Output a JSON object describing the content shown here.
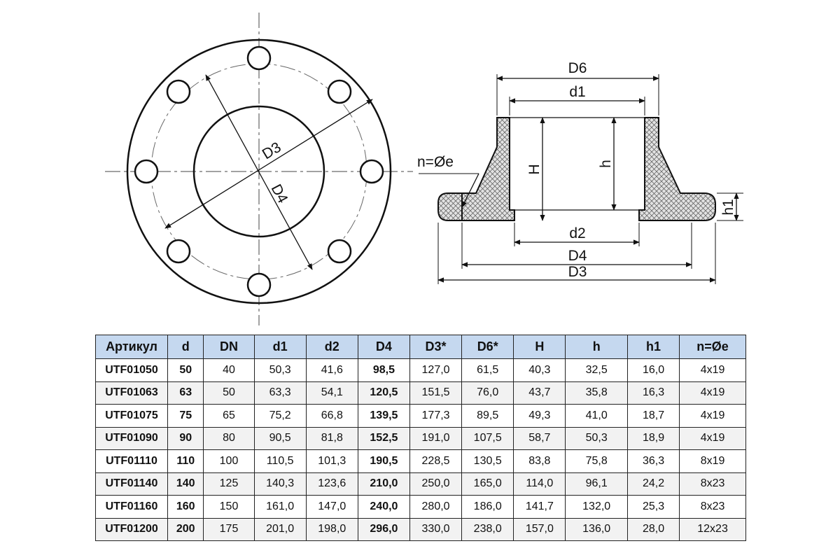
{
  "front_view": {
    "labels": {
      "d3": "D3",
      "d4": "D4"
    }
  },
  "side_view": {
    "labels": {
      "d6": "D6",
      "d1": "d1",
      "d2": "d2",
      "d4": "D4",
      "d3": "D3",
      "h_big": "H",
      "h_small": "h",
      "h1": "h1",
      "n": "n=Øe"
    }
  },
  "table": {
    "headers": [
      "Артикул",
      "d",
      "DN",
      "d1",
      "d2",
      "D4",
      "D3*",
      "D6*",
      "H",
      "h",
      "h1",
      "n=Øe"
    ],
    "bold_columns": [
      0,
      1,
      5
    ],
    "rows": [
      [
        "UTF01050",
        "50",
        "40",
        "50,3",
        "41,6",
        "98,5",
        "127,0",
        "61,5",
        "40,3",
        "32,5",
        "16,0",
        "4x19"
      ],
      [
        "UTF01063",
        "63",
        "50",
        "63,3",
        "54,1",
        "120,5",
        "151,5",
        "76,0",
        "43,7",
        "35,8",
        "16,3",
        "4x19"
      ],
      [
        "UTF01075",
        "75",
        "65",
        "75,2",
        "66,8",
        "139,5",
        "177,3",
        "89,5",
        "49,3",
        "41,0",
        "18,7",
        "4x19"
      ],
      [
        "UTF01090",
        "90",
        "80",
        "90,5",
        "81,8",
        "152,5",
        "191,0",
        "107,5",
        "58,7",
        "50,3",
        "18,9",
        "4x19"
      ],
      [
        "UTF01110",
        "110",
        "100",
        "110,5",
        "101,3",
        "190,5",
        "228,5",
        "130,5",
        "83,8",
        "75,8",
        "36,3",
        "8x19"
      ],
      [
        "UTF01140",
        "140",
        "125",
        "140,3",
        "123,6",
        "210,0",
        "250,0",
        "165,0",
        "114,0",
        "96,1",
        "24,2",
        "8x23"
      ],
      [
        "UTF01160",
        "160",
        "150",
        "161,0",
        "147,0",
        "240,0",
        "280,0",
        "186,0",
        "141,7",
        "132,0",
        "25,3",
        "8x23"
      ],
      [
        "UTF01200",
        "200",
        "175",
        "201,0",
        "198,0",
        "296,0",
        "330,0",
        "238,0",
        "157,0",
        "136,0",
        "28,0",
        "12x23"
      ]
    ]
  },
  "colors": {
    "header_bg": "#c5d8ef",
    "line": "#111111",
    "hatch_fill": "#dcdcdc"
  }
}
